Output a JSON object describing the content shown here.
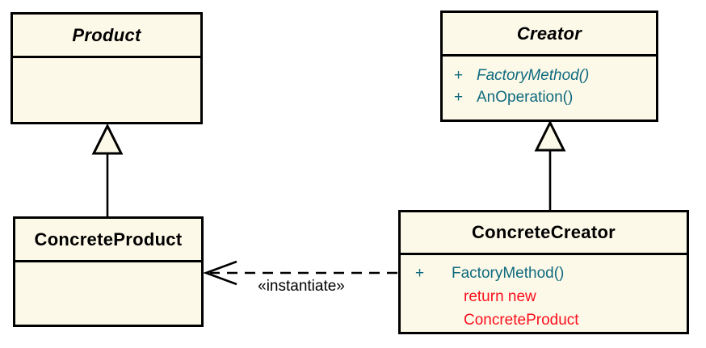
{
  "colors": {
    "box_fill": "#fdf9e8",
    "border": "#000000",
    "method_text": "#0f6a7e",
    "note_text": "#fa0f1e"
  },
  "classes": {
    "product": {
      "name": "Product",
      "abstract": true
    },
    "creator": {
      "name": "Creator",
      "abstract": true,
      "methods": [
        {
          "visibility": "+",
          "signature": "FactoryMethod()"
        },
        {
          "visibility": "+",
          "signature": "AnOperation()"
        }
      ]
    },
    "concrete_product": {
      "name": "ConcreteProduct"
    },
    "concrete_creator": {
      "name": "ConcreteCreator",
      "methods": [
        {
          "visibility": "+",
          "signature": "FactoryMethod()"
        }
      ],
      "note_lines": [
        "return new",
        "ConcreteProduct"
      ]
    }
  },
  "relations": {
    "instantiate_label": "«instantiate»"
  }
}
